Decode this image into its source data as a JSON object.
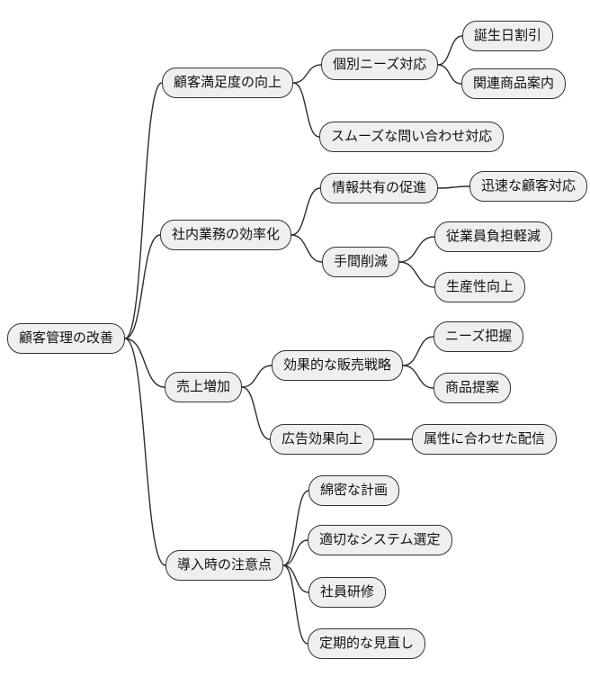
{
  "diagram": {
    "type": "mindmap",
    "root": {
      "label": "顧客管理の改善"
    },
    "branches": [
      {
        "label": "顧客満足度の向上",
        "children": [
          {
            "label": "個別ニーズ対応",
            "children": [
              {
                "label": "誕生日割引"
              },
              {
                "label": "関連商品案内"
              }
            ]
          },
          {
            "label": "スムーズな問い合わせ対応"
          }
        ]
      },
      {
        "label": "社内業務の効率化",
        "children": [
          {
            "label": "情報共有の促進",
            "children": [
              {
                "label": "迅速な顧客対応"
              }
            ]
          },
          {
            "label": "手間削減",
            "children": [
              {
                "label": "従業員負担軽減"
              },
              {
                "label": "生産性向上"
              }
            ]
          }
        ]
      },
      {
        "label": "売上増加",
        "children": [
          {
            "label": "効果的な販売戦略",
            "children": [
              {
                "label": "ニーズ把握"
              },
              {
                "label": "商品提案"
              }
            ]
          },
          {
            "label": "広告効果向上",
            "children": [
              {
                "label": "属性に合わせた配信"
              }
            ]
          }
        ]
      },
      {
        "label": "導入時の注意点",
        "children": [
          {
            "label": "綿密な計画"
          },
          {
            "label": "適切なシステム選定"
          },
          {
            "label": "社員研修"
          },
          {
            "label": "定期的な見直し"
          }
        ]
      }
    ],
    "colors": {
      "node_fill": "#efefef",
      "node_border": "#333333",
      "line": "#2e2e2e",
      "background": "#ffffff"
    }
  }
}
